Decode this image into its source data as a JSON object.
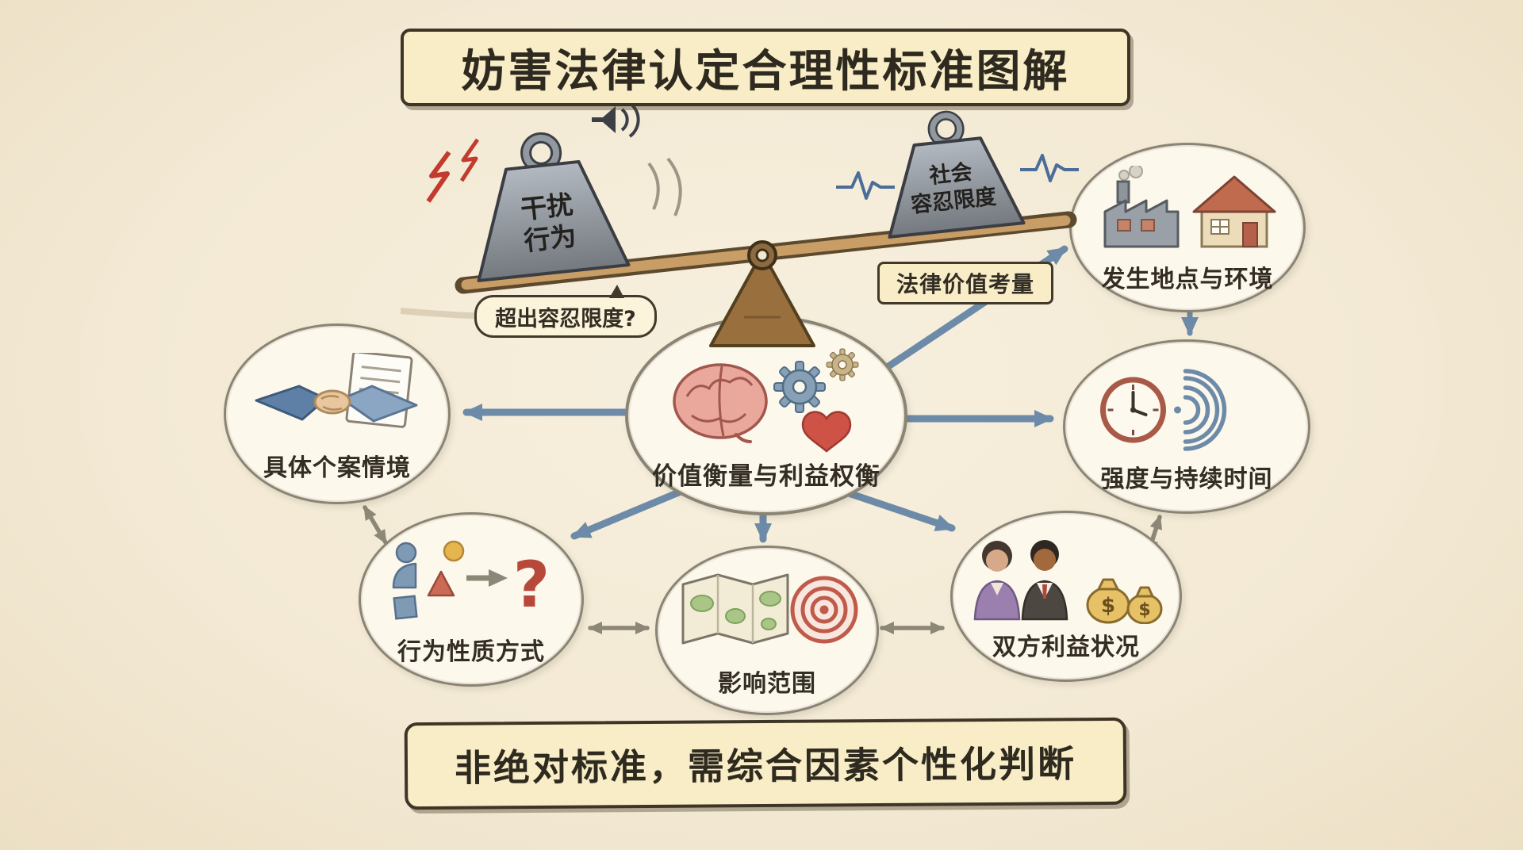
{
  "title": "妨害法律认定合理性标准图解",
  "scale": {
    "left_weight": {
      "line1": "干扰",
      "line2": "行为"
    },
    "right_weight": {
      "line1": "社会",
      "line2": "容忍限度"
    },
    "bubble": "超出容忍限度?",
    "tag": "法律价值考量"
  },
  "center": {
    "label": "价值衡量与利益权衡"
  },
  "nodes": {
    "case": {
      "label": "具体个案情境"
    },
    "location": {
      "label": "发生地点与环境"
    },
    "intensity": {
      "label": "强度与持续时间"
    },
    "behavior": {
      "label": "行为性质方式"
    },
    "scope": {
      "label": "影响范围"
    },
    "interests": {
      "label": "双方利益状况"
    }
  },
  "footer": "非绝对标准，需综合因素个性化判断",
  "symbols": {
    "question_mark": "?",
    "dollar": "$"
  },
  "colors": {
    "background": "#f3ead6",
    "accent_blue": "#6d8ba8",
    "accent_gray": "#8d8778",
    "ink": "#332d24",
    "panel": "#f8edc7"
  }
}
